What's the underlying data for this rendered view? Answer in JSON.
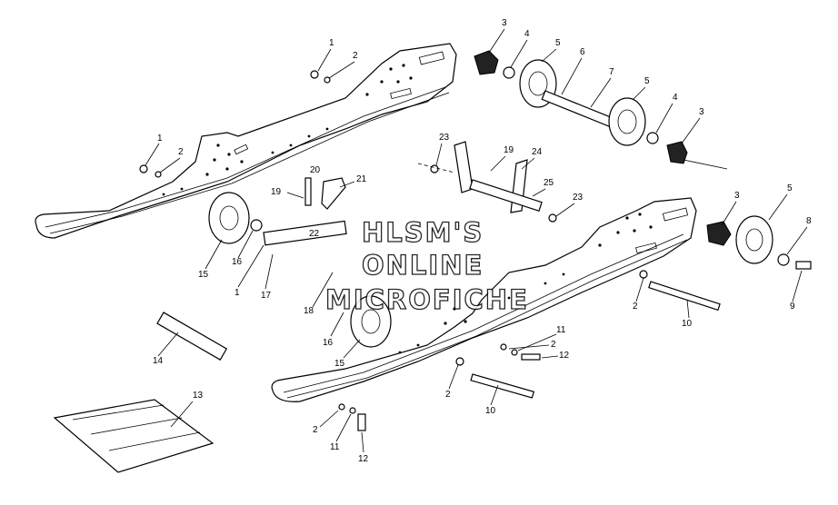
{
  "diagram": {
    "watermark": {
      "line1": "HLSM'S",
      "line2": "ONLINE",
      "line3": "MICROFICHE"
    },
    "callouts": [
      {
        "id": "c1a",
        "text": "1"
      },
      {
        "id": "c2a",
        "text": "2"
      },
      {
        "id": "c1b",
        "text": "1"
      },
      {
        "id": "c2b",
        "text": "2"
      },
      {
        "id": "c3a",
        "text": "3"
      },
      {
        "id": "c4a",
        "text": "4"
      },
      {
        "id": "c5a",
        "text": "5"
      },
      {
        "id": "c6",
        "text": "6"
      },
      {
        "id": "c7",
        "text": "7"
      },
      {
        "id": "c5b",
        "text": "5"
      },
      {
        "id": "c4b",
        "text": "4"
      },
      {
        "id": "c3b",
        "text": "3"
      },
      {
        "id": "c23a",
        "text": "23"
      },
      {
        "id": "c19a",
        "text": "19"
      },
      {
        "id": "c24",
        "text": "24"
      },
      {
        "id": "c25",
        "text": "25"
      },
      {
        "id": "c23b",
        "text": "23"
      },
      {
        "id": "c20",
        "text": "20"
      },
      {
        "id": "c21",
        "text": "21"
      },
      {
        "id": "c19b",
        "text": "19"
      },
      {
        "id": "c22",
        "text": "22"
      },
      {
        "id": "c15a",
        "text": "15"
      },
      {
        "id": "c16a",
        "text": "16"
      },
      {
        "id": "c1c",
        "text": "1"
      },
      {
        "id": "c17",
        "text": "17"
      },
      {
        "id": "c18",
        "text": "18"
      },
      {
        "id": "c16b",
        "text": "16"
      },
      {
        "id": "c15b",
        "text": "15"
      },
      {
        "id": "c14",
        "text": "14"
      },
      {
        "id": "c13",
        "text": "13"
      },
      {
        "id": "c3c",
        "text": "3"
      },
      {
        "id": "c5c",
        "text": "5"
      },
      {
        "id": "c8",
        "text": "8"
      },
      {
        "id": "c9",
        "text": "9"
      },
      {
        "id": "c2c",
        "text": "2"
      },
      {
        "id": "c10a",
        "text": "10"
      },
      {
        "id": "c11a",
        "text": "11"
      },
      {
        "id": "c2d",
        "text": "2"
      },
      {
        "id": "c12a",
        "text": "12"
      },
      {
        "id": "c2e",
        "text": "2"
      },
      {
        "id": "c10b",
        "text": "10"
      },
      {
        "id": "c2f",
        "text": "2"
      },
      {
        "id": "c11b",
        "text": "11"
      },
      {
        "id": "c12b",
        "text": "12"
      }
    ]
  }
}
